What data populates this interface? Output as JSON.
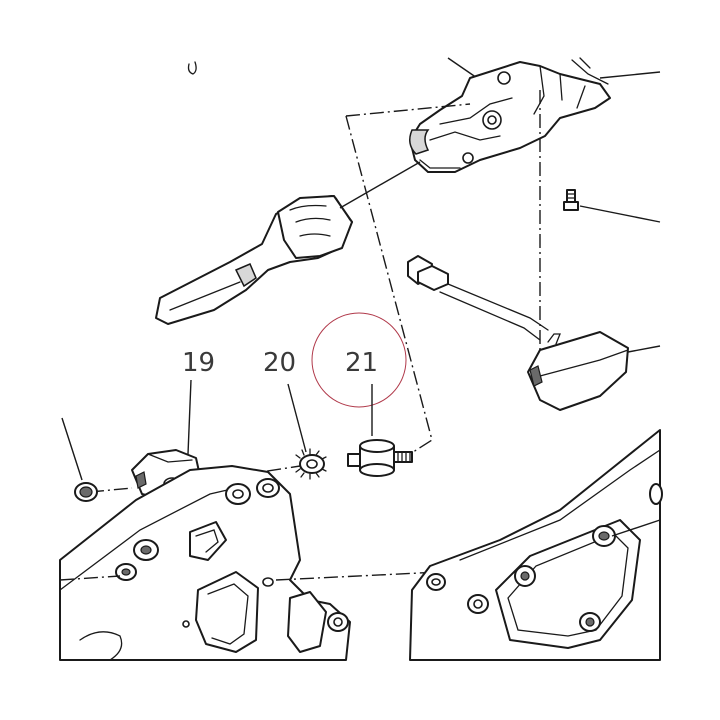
{
  "callouts": {
    "c19": "19",
    "c20": "20",
    "c21": "21"
  },
  "highlight": {
    "target": "21",
    "color": "#b0394a"
  },
  "line_color": "#1a1a1a"
}
